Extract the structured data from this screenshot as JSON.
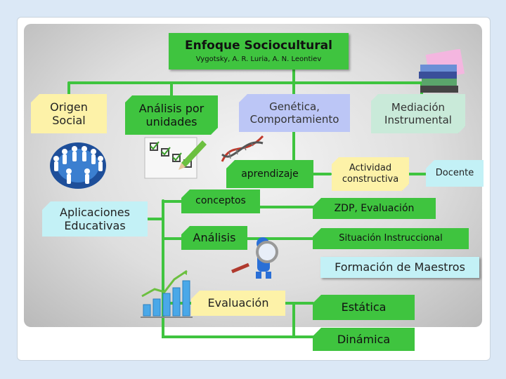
{
  "diagram": {
    "title": "Enfoque Sociocultural",
    "subtitle": "Vygotsky, A. R. Luria, A. N. Leontiev",
    "nodes": {
      "origen_social": "Origen\nSocial",
      "analisis_unidades": "Análisis por\nunidades",
      "genetica": "Genética,\nComportamiento",
      "mediacion": "Mediación\nInstrumental",
      "aprendizaje": "aprendizaje",
      "actividad": "Actividad\nconstructiva",
      "docente": "Docente",
      "aplicaciones": "Aplicaciones\nEducativas",
      "conceptos": "conceptos",
      "zdp": "ZDP, Evaluación",
      "analisis": "Análisis",
      "situacion": "Situación Instruccional",
      "formacion": "Formación de Maestros",
      "evaluacion": "Evaluación",
      "estatica": "Estática",
      "dinamica": "Dinámica"
    },
    "colors": {
      "connector": "#3fc43f",
      "header": "#3fc43f",
      "highlight_yellow": "#fdf2a8",
      "highlight_cyan": "#c3f1f6",
      "lavender": "#bcc6f6",
      "mint": "#c9ead9"
    },
    "icons": [
      "people-globe-icon",
      "checklist-icon",
      "dna-icon",
      "books-icon",
      "magnifier-icon",
      "bar-chart-icon"
    ]
  }
}
